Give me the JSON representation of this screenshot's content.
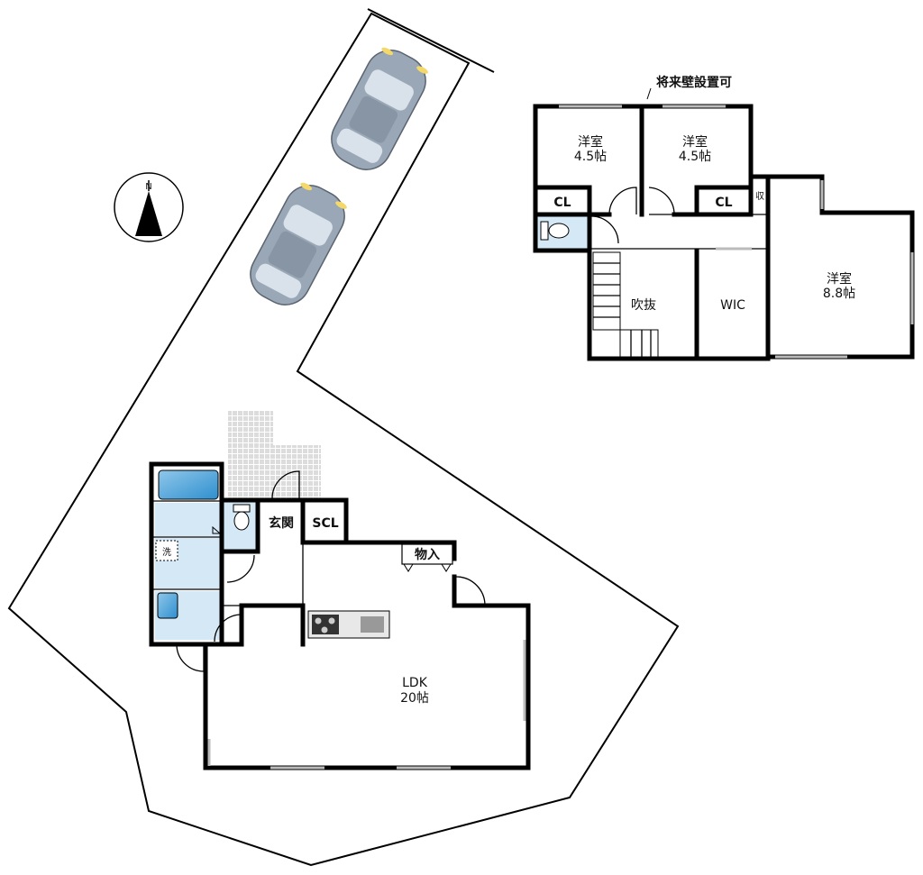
{
  "north": {
    "label": "N"
  },
  "ground_floor": {
    "ldk": {
      "name": "LDK",
      "size": "20帖"
    },
    "entrance": "玄関",
    "shoe_closet": "SCL",
    "storage": "物入",
    "washer": "洗"
  },
  "upper_floor": {
    "note": "将来壁設置可",
    "bedroom1": {
      "name": "洋室",
      "size": "4.5帖"
    },
    "bedroom2": {
      "name": "洋室",
      "size": "4.5帖"
    },
    "bedroom3": {
      "name": "洋室",
      "size": "8.8帖"
    },
    "closet1": "CL",
    "closet2": "CL",
    "small_storage": "収",
    "void": "吹抜",
    "walk_in_closet": "WIC"
  },
  "colors": {
    "car": "#9aa7b6",
    "wet_area": "#d4e8f6",
    "wall": "#000000"
  }
}
